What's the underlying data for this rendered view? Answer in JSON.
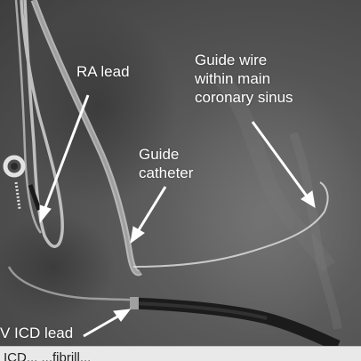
{
  "image": {
    "modality": "fluoroscopy",
    "labels": {
      "ra_lead": "RA lead",
      "guide_wire": [
        "Guide wire",
        "within main",
        "coronary sinus"
      ],
      "guide_catheter": [
        "Guide",
        "catheter"
      ],
      "rv_icd_lead": "V ICD lead"
    },
    "caption_partial": "ICD... ...fibrill..."
  },
  "colors": {
    "annotation": "#ffffff",
    "caption_bg": "#e9e9e9"
  }
}
